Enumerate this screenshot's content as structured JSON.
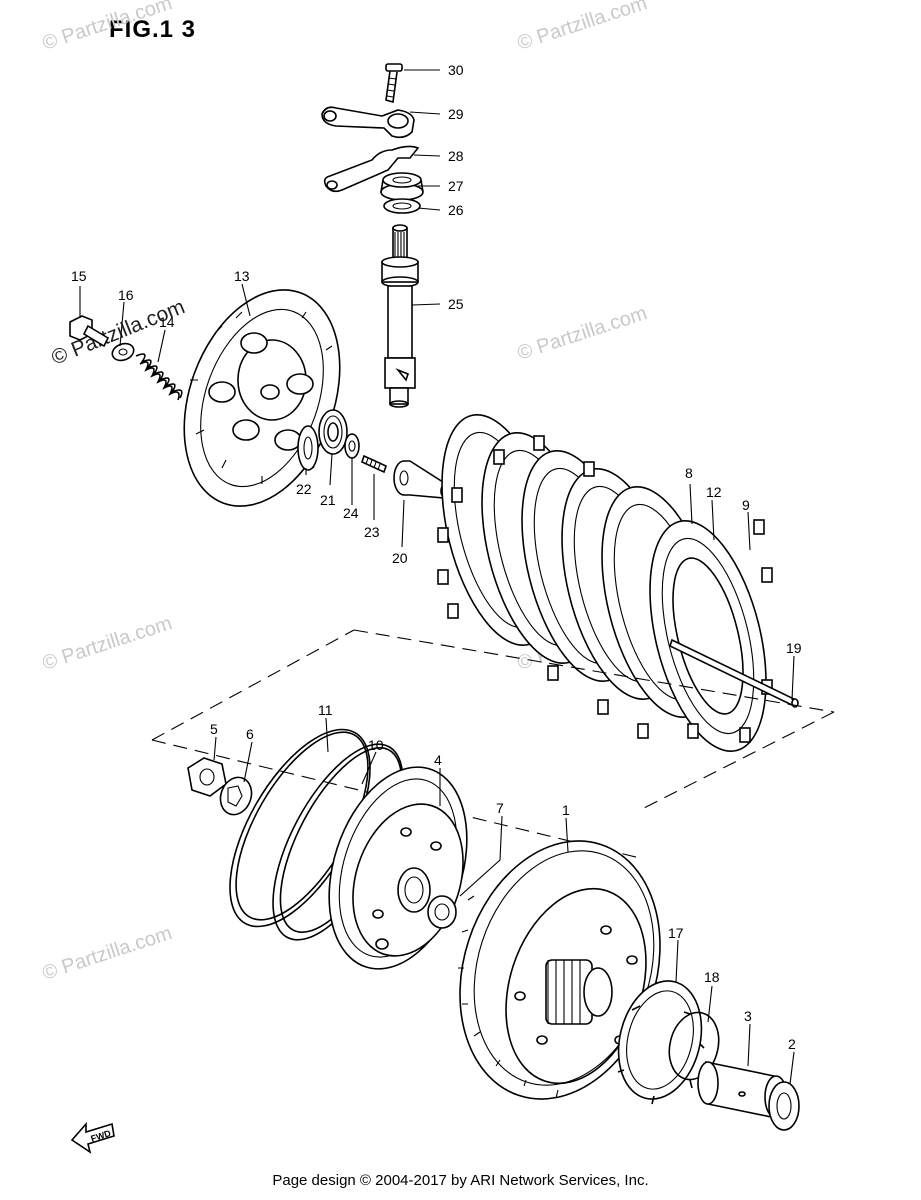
{
  "figure": {
    "title": "FIG.1 3"
  },
  "footer": {
    "text": "Page design © 2004-2017 by ARI Network Services, Inc."
  },
  "watermark": {
    "text": "© Partzilla.com"
  },
  "fwd_label": "FWD",
  "callouts": [
    {
      "id": "c1",
      "label": "1"
    },
    {
      "id": "c2",
      "label": "2"
    },
    {
      "id": "c3",
      "label": "3"
    },
    {
      "id": "c4",
      "label": "4"
    },
    {
      "id": "c5",
      "label": "5"
    },
    {
      "id": "c6",
      "label": "6"
    },
    {
      "id": "c7",
      "label": "7"
    },
    {
      "id": "c8",
      "label": "8"
    },
    {
      "id": "c9",
      "label": "9"
    },
    {
      "id": "c10",
      "label": "10"
    },
    {
      "id": "c11",
      "label": "11"
    },
    {
      "id": "c12",
      "label": "12"
    },
    {
      "id": "c13",
      "label": "13"
    },
    {
      "id": "c14",
      "label": "14"
    },
    {
      "id": "c15",
      "label": "15"
    },
    {
      "id": "c16",
      "label": "16"
    },
    {
      "id": "c17",
      "label": "17"
    },
    {
      "id": "c18",
      "label": "18"
    },
    {
      "id": "c19",
      "label": "19"
    },
    {
      "id": "c20",
      "label": "20"
    },
    {
      "id": "c21",
      "label": "21"
    },
    {
      "id": "c22",
      "label": "22"
    },
    {
      "id": "c23",
      "label": "23"
    },
    {
      "id": "c24",
      "label": "24"
    },
    {
      "id": "c25",
      "label": "25"
    },
    {
      "id": "c26",
      "label": "26"
    },
    {
      "id": "c27",
      "label": "27"
    },
    {
      "id": "c28",
      "label": "28"
    },
    {
      "id": "c29",
      "label": "29"
    },
    {
      "id": "c30",
      "label": "30"
    }
  ]
}
